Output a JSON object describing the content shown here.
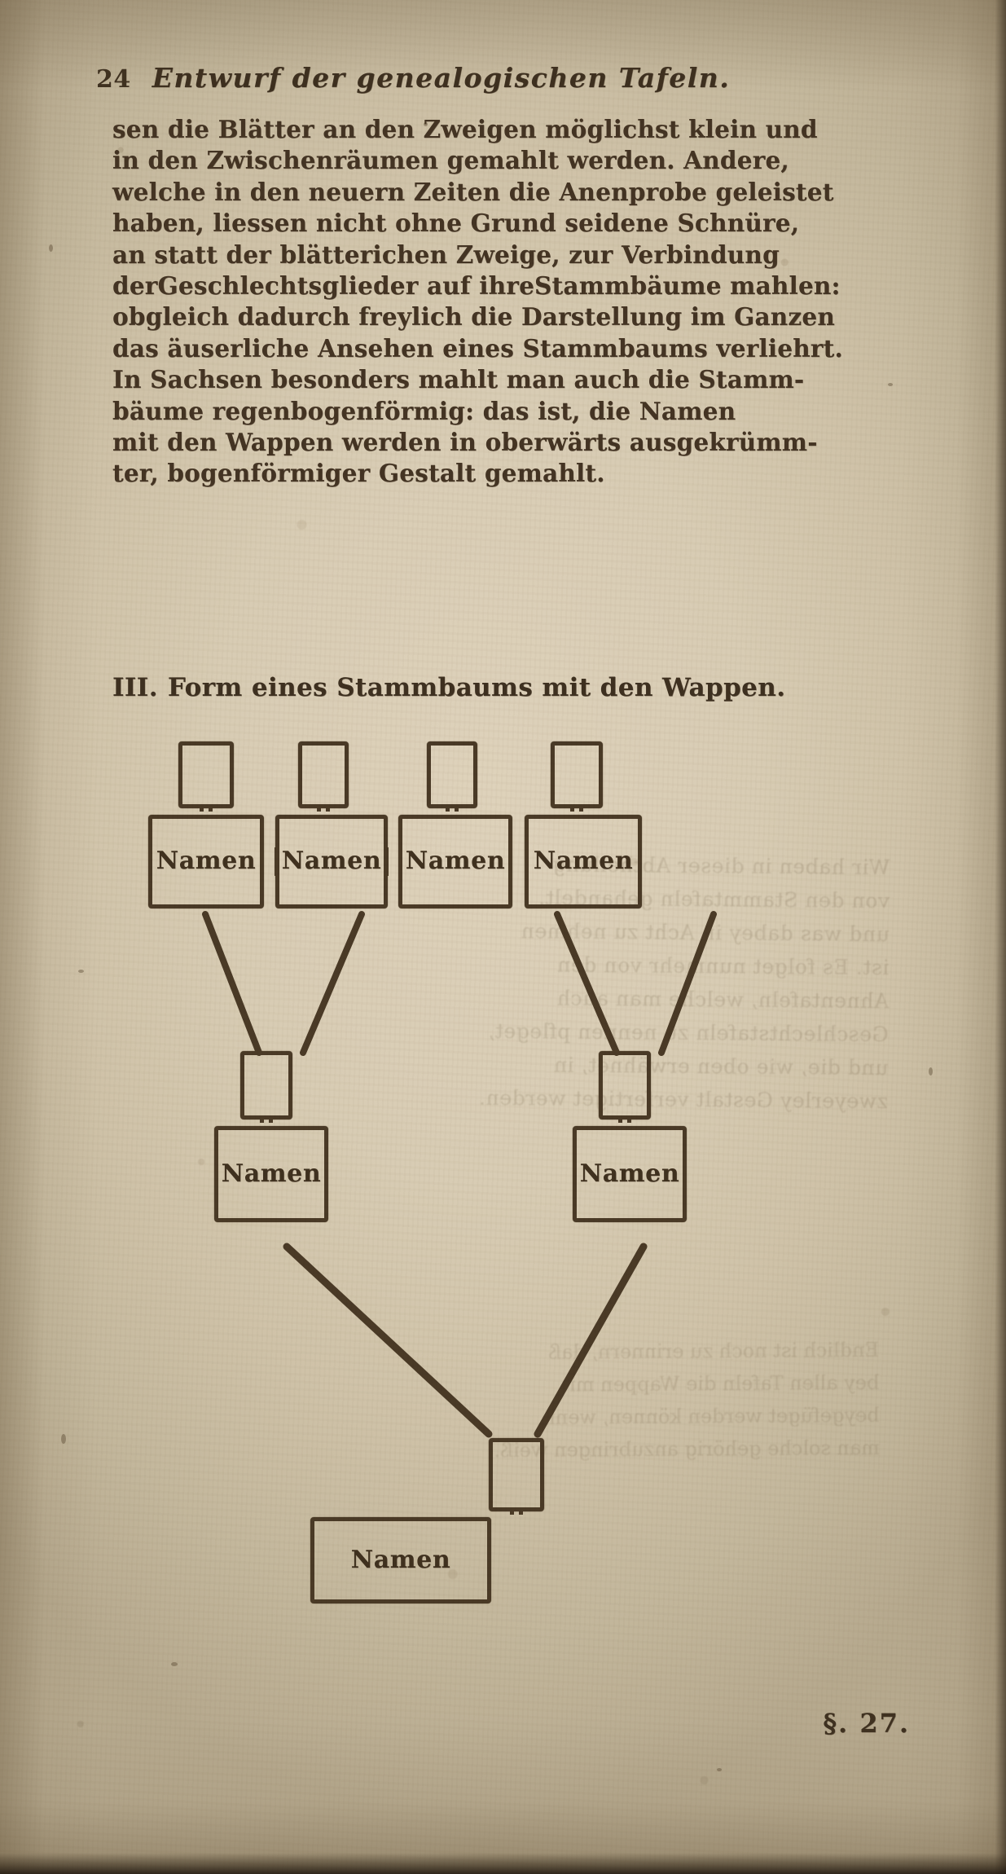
{
  "page": {
    "folio": "24",
    "running_title": "Entwurf der genealogischen Tafeln.",
    "footer_mark": "§. 27."
  },
  "body": {
    "lines": [
      "sen die Blätter an den Zweigen möglichst klein und",
      "in den Zwischenräumen gemahlt werden.  Andere,",
      "welche in den neuern Zeiten die Anenprobe geleistet",
      "haben,   liessen nicht ohne Grund seidene Schnüre,",
      "an statt der blätterichen Zweige,  zur Verbindung",
      "derGeschlechtsglieder auf ihreStammbäume mahlen:",
      "obgleich dadurch freylich die Darstellung im Ganzen",
      "das äuserliche Ansehen eines Stammbaums verliehrt.",
      "In Sachsen besonders mahlt man auch die Stamm-",
      "bäume regenbogenförmig:  das ist,  die Namen",
      "mit den Wappen werden in oberwärts ausgekrümm-",
      "ter, bogenförmiger Gestalt gemahlt."
    ]
  },
  "section": {
    "numeral": "III.",
    "heading": "Form eines Stammbaums mit den Wappen."
  },
  "diagram": {
    "node_label": "Namen",
    "generations": [
      {
        "level": "great-grandparents",
        "nodes": [
          {
            "id": "g1-1",
            "label": "Namen"
          },
          {
            "id": "g1-2",
            "label": "Namen"
          },
          {
            "id": "g1-3",
            "label": "Namen"
          },
          {
            "id": "g1-4",
            "label": "Namen"
          }
        ]
      },
      {
        "level": "grandparents",
        "nodes": [
          {
            "id": "g2-1",
            "label": "Namen"
          },
          {
            "id": "g2-2",
            "label": "Namen"
          }
        ]
      },
      {
        "level": "descendant",
        "nodes": [
          {
            "id": "g3-1",
            "label": "Namen"
          }
        ]
      }
    ],
    "shield_count": 7,
    "ink_color": "#4a3a26"
  },
  "showthrough": {
    "block_a": "Wir haben in dieser Abtheilung\nvon den Stammtafeln gehandelt,\nund was dabey in Acht zu nehmen\nist. Es folget nunmehr von den\nAhnentafeln, welche man auch\nGeschlechtstafeln zu nennen pfleget,\nund die, wie oben erwähnet, in\nzweyerley Gestalt verfertiget werden.",
    "block_b": "Endlich ist noch zu erinnern, daß\nbey allen Tafeln die Wappen mit\nbeygefüget werden können, wenn\nman solche gehörig anzubringen weiß."
  }
}
